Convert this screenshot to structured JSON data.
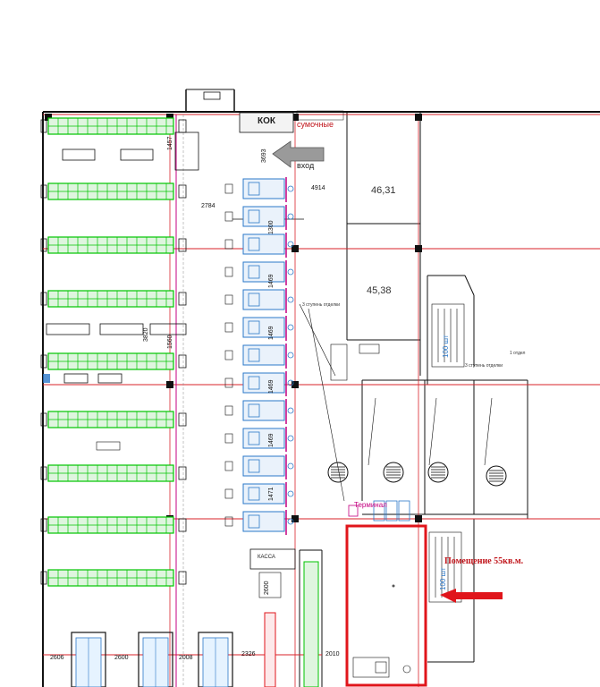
{
  "labels": {
    "kok": "КОК",
    "sumochnye": "сумочные",
    "vhod": "вход",
    "area_1": "46,31",
    "area_2": "45,38",
    "terminal": "Терминал",
    "premise_callout": "Помещение 55кв.м.",
    "kassa": "КАССА",
    "sht_1": "100 шт",
    "sht_2": "100 шт",
    "zona_1": "3 ступень отделки",
    "zona_2": "1 отдел",
    "zona_3": "3 ступень отделки"
  },
  "dimensions": {
    "d_2784": "2784",
    "d_4914": "4914",
    "d_2606": "2606",
    "d_2600": "2600",
    "d_2008": "2008",
    "d_2326": "2326",
    "d_2010": "2010",
    "d_3820": "3820",
    "d_1300": "1300",
    "d_1469a": "1469",
    "d_1469b": "1469",
    "d_1469c": "1469",
    "d_1469d": "1469",
    "d_1471": "1471",
    "d_1457": "1457",
    "d_1560": "1560",
    "d_3693": "3693",
    "d_2600b": "2600"
  },
  "colors": {
    "shelf_green": "#00c400",
    "shelf_fill": "#dff5df",
    "grid_red": "#d8232a",
    "grid_magenta": "#c40080",
    "checkout_blue": "#2b78c9",
    "highlight_red": "#e0151b",
    "wall_black": "#111111",
    "arrow_grey": "#7f7f7f"
  }
}
